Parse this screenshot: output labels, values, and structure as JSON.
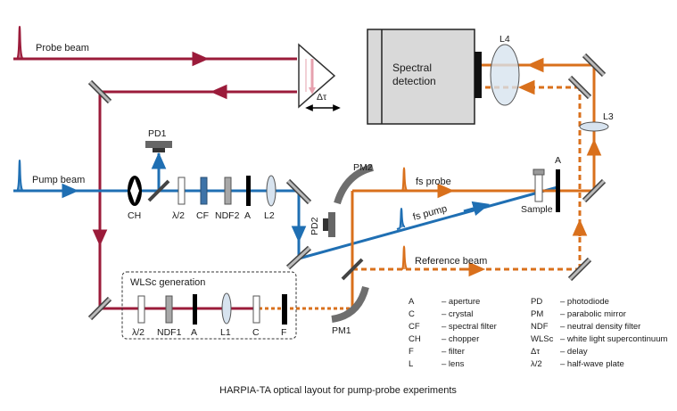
{
  "caption": "HARPIA-TA optical layout for pump-probe experiments",
  "beams": {
    "probe_beam": "Probe beam",
    "pump_beam": "Pump beam",
    "fs_probe": "fs probe",
    "fs_pump": "fs pump",
    "reference_beam": "Reference beam"
  },
  "modules": {
    "spectral_detection": [
      "Spectral",
      "detection"
    ],
    "wlsc_generation": "WLSc generation",
    "sample": "Sample",
    "delay": "Δτ"
  },
  "components": {
    "pd1": "PD1",
    "pd2": "PD2",
    "ch": "CH",
    "pump_half_wave": "λ/2",
    "pump_cf": "CF",
    "pump_ndf2": "NDF2",
    "pump_a": "A",
    "pump_l2": "L2",
    "pm1": "PM1",
    "pm2": "PM2",
    "l3": "L3",
    "l4": "L4",
    "sample_a": "A",
    "wl_half_wave": "λ/2",
    "wl_ndf1": "NDF1",
    "wl_a": "A",
    "wl_l1": "L1",
    "wl_c": "C",
    "wl_f": "F"
  },
  "legend": {
    "left": [
      {
        "abbr": "A",
        "desc": "– aperture"
      },
      {
        "abbr": "C",
        "desc": "– crystal"
      },
      {
        "abbr": "CF",
        "desc": "– spectral filter"
      },
      {
        "abbr": "CH",
        "desc": "– chopper"
      },
      {
        "abbr": "F",
        "desc": "– filter"
      },
      {
        "abbr": "L",
        "desc": "– lens"
      }
    ],
    "right": [
      {
        "abbr": "PD",
        "desc": "– photodiode"
      },
      {
        "abbr": "PM",
        "desc": "– parabolic mirror"
      },
      {
        "abbr": "NDF",
        "desc": "– neutral density filter"
      },
      {
        "abbr": "WLSc",
        "desc": "– white light supercontinuum"
      },
      {
        "abbr": "Δτ",
        "desc": "– delay"
      },
      {
        "abbr": "λ/2",
        "desc": "– half-wave plate"
      }
    ]
  },
  "colors": {
    "probe_red": "#9b1b3a",
    "pump_blue": "#1f6fb3",
    "wl_orange": "#d9701c",
    "detector_gray": "#d9d9d9"
  }
}
